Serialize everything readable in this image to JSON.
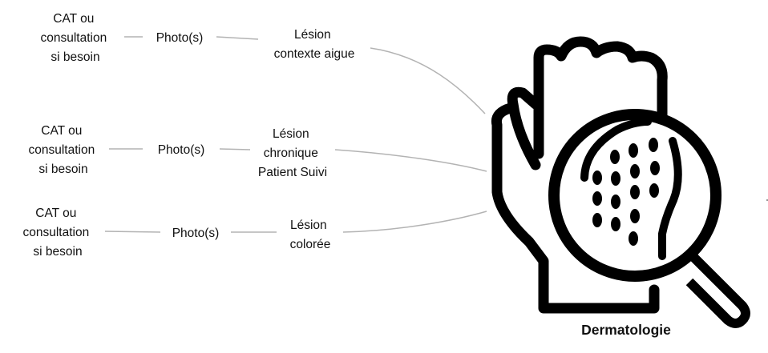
{
  "title": "Dermatologie",
  "branches": [
    {
      "cat": [
        "CAT ou",
        "consultation",
        "si besoin"
      ],
      "photo": "Photo(s)",
      "lesion": [
        "Lésion",
        "contexte aigue"
      ]
    },
    {
      "cat": [
        "CAT ou",
        "consultation",
        "si besoin"
      ],
      "photo": "Photo(s)",
      "lesion": [
        "Lésion",
        "chronique",
        "Patient Suivi"
      ]
    },
    {
      "cat": [
        "CAT ou",
        "consultation",
        "si besoin"
      ],
      "photo": "Photo(s)",
      "lesion": [
        "Lésion",
        "colorée"
      ]
    }
  ],
  "colors": {
    "connector": "#b3b3b3",
    "icon": "#000000",
    "text": "#111111"
  },
  "icon": "hand-magnifier-icon"
}
